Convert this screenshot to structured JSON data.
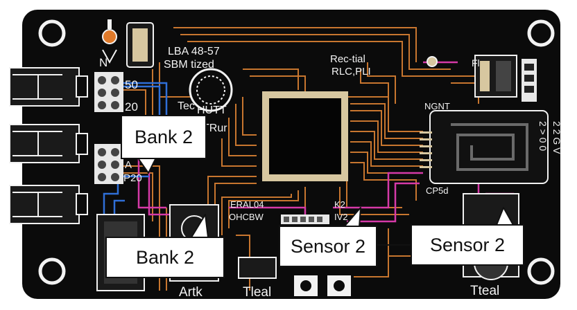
{
  "colors": {
    "board": "#0b0b0b",
    "trace_orange": "#c8762f",
    "trace_magenta": "#d63aa8",
    "trace_blue": "#2f6fd8",
    "silkscreen": "#f2f2f2",
    "pin_gold": "#d7c7a0"
  },
  "silkscreen": {
    "top_left_ic": "LBA 48-57",
    "top_left_ic_sub": "SBM tized",
    "top_center": "Rec-tial",
    "top_center_sub": "RLC,PLI",
    "left_pin_a": "50",
    "left_pin_b": "20",
    "left_pin_c": "A",
    "left_pin_d": "P20",
    "tec_label": "Tec",
    "hutt_label": "HUTT",
    "trur_label": "TRur",
    "n_label": "N",
    "ngnt": "NGNT",
    "cp_label": "CP5d",
    "right_top": "Fl",
    "eral_label": "ERAL04",
    "ohcbw_label": "OHCBW",
    "k2_label": "K2",
    "iv2_label": "IV2",
    "bottom_artk": "Artk",
    "bottom_tleal_mid": "Tleal",
    "bottom_tleal_right": "Tteal",
    "right_vertical": "2 2 G V",
    "right_vertical_b": "2 > 0 0"
  },
  "callouts": {
    "bank_top": "Bank 2",
    "bank_bottom": "Bank 2",
    "sensor_left": "Sensor 2",
    "sensor_right": "Sensor 2"
  }
}
